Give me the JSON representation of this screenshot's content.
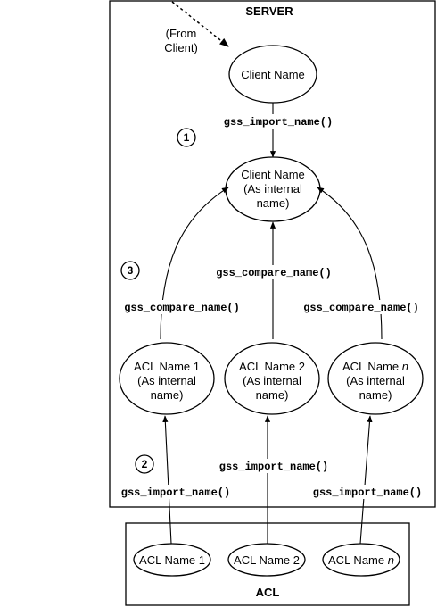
{
  "server": {
    "title": "SERVER",
    "from_client": [
      "(From",
      "Client)"
    ]
  },
  "acl": {
    "title": "ACL"
  },
  "nodes": {
    "client_name": "Client Name",
    "client_internal": [
      "Client Name",
      "(As internal",
      "name)"
    ],
    "acl_internal_1": [
      "ACL Name 1",
      "(As internal",
      "name)"
    ],
    "acl_internal_2": [
      "ACL Name 2",
      "(As internal",
      "name)"
    ],
    "acl_internal_n": {
      "prefix": "ACL Name ",
      "italic": "n",
      "lines": [
        "(As internal",
        "name)"
      ]
    },
    "acl_1": "ACL Name 1",
    "acl_2": "ACL Name 2",
    "acl_n": {
      "prefix": "ACL Name ",
      "italic": "n"
    }
  },
  "functions": {
    "import_top": "gss_import_name()",
    "compare_left": "gss_compare_name()",
    "compare_middle": "gss_compare_name()",
    "compare_right": "gss_compare_name()",
    "import_left": "gss_import_name()",
    "import_middle": "gss_import_name()",
    "import_right": "gss_import_name()"
  },
  "steps": [
    "1",
    "2",
    "3"
  ]
}
